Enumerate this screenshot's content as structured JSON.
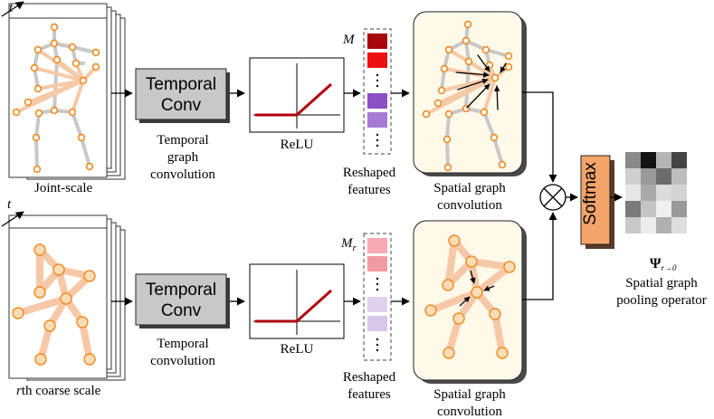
{
  "inputs": {
    "time_axis": "t",
    "joint_scale_label": "Joint-scale",
    "coarse_scale_prefix": "r",
    "coarse_scale_label": "th coarse scale"
  },
  "top_branch": {
    "conv_line1": "Temporal",
    "conv_line2": "Conv",
    "conv_caption": [
      "Temporal",
      "graph",
      "convolution"
    ],
    "relu_caption": "ReLU",
    "feature_symbol": "M",
    "feature_colors": [
      "#a8050c",
      "#ee1010",
      "#8c4fc4",
      "#a77ad6"
    ],
    "feature_caption": [
      "Reshaped",
      "features"
    ],
    "spatial_caption": [
      "Spatial graph",
      "convolution"
    ]
  },
  "bottom_branch": {
    "conv_line1": "Temporal",
    "conv_line2": "Conv",
    "conv_caption": [
      "Temporal",
      "convolution"
    ],
    "relu_caption": "ReLU",
    "feature_symbol": "M",
    "feature_subscript": "r",
    "feature_colors": [
      "#f7a9b3",
      "#f29aa3",
      "#dfd0ee",
      "#d8c7ea"
    ],
    "feature_caption": [
      "Reshaped",
      "features"
    ],
    "spatial_caption": [
      "Spatial graph",
      "convolution"
    ]
  },
  "fusion": {
    "multiply_symbol": "⊗",
    "softmax_label": "Softmax",
    "pooling_symbol": "Ψ",
    "pooling_subscript": "r→0",
    "pooling_caption": [
      "Spatial graph",
      "pooling operator"
    ],
    "matrix_shades": [
      [
        "#8a8a8a",
        "#141414",
        "#b4b4b4",
        "#444444"
      ],
      [
        "#cfcfcf",
        "#9a9a9a",
        "#6c6c6c",
        "#bdbdbd"
      ],
      [
        "#e6e6e6",
        "#a9a9a9",
        "#dcdcdc",
        "#d4d4d4"
      ],
      [
        "#7a7a7a",
        "#c4c4c4",
        "#f0f0f0",
        "#999999"
      ],
      [
        "#c8c8c8",
        "#ececec",
        "#b0b0b0",
        "#dedede"
      ]
    ]
  },
  "colors": {
    "skeleton_node": "#f08a1e",
    "bone_gray": "#c8c8c8",
    "bone_orange": "#f6c9a6",
    "coarse_bone": "#f7c8a8",
    "coarse_node_fill": "#fddcb6",
    "panel_fill": "#fff9ea",
    "conv_fill": "#c8c8c8",
    "softmax_fill": "#f4a46b",
    "relu_line": "#b00010"
  }
}
